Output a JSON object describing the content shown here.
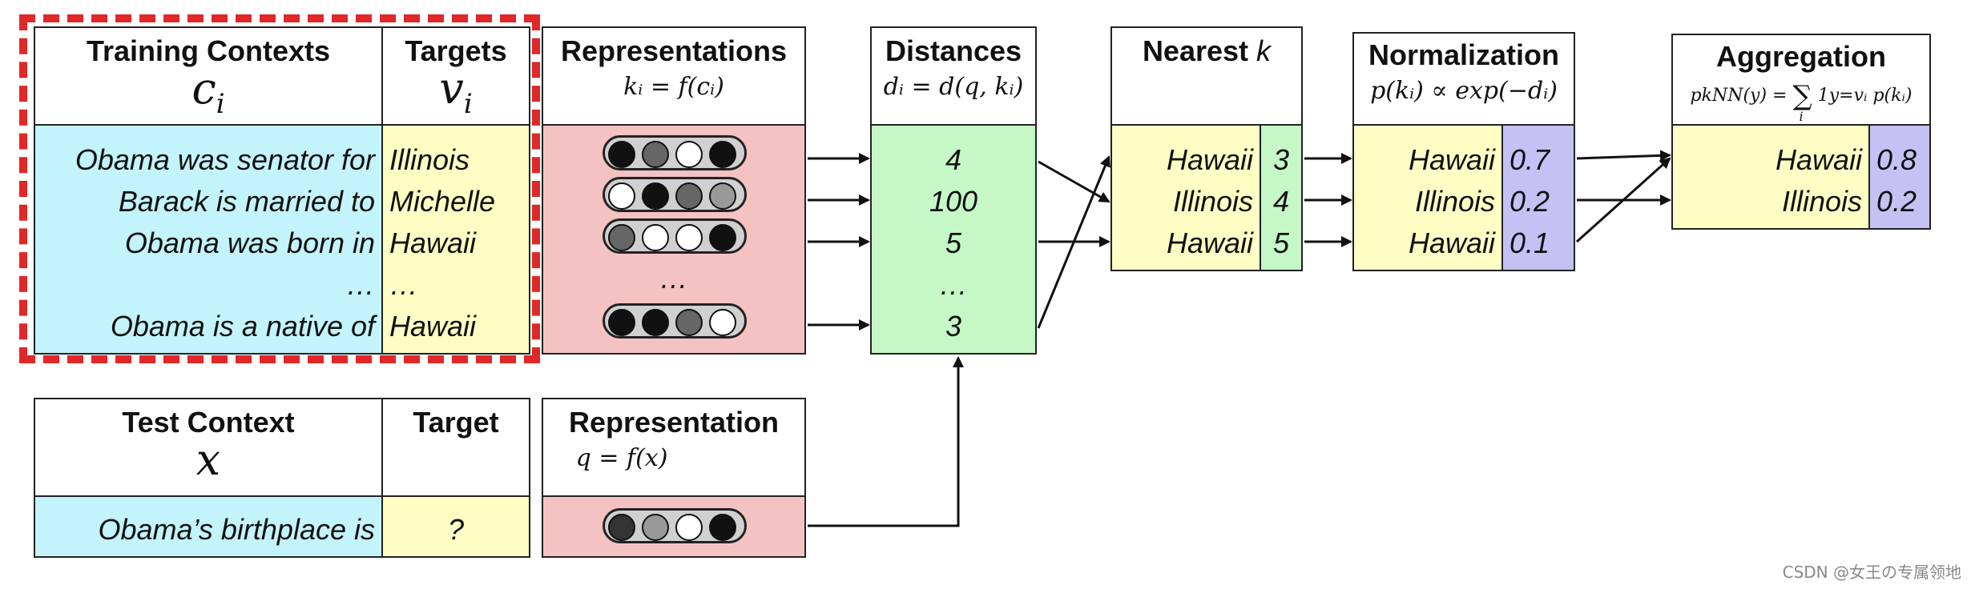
{
  "training": {
    "contexts_title": "Training Contexts",
    "contexts_symbol": "c",
    "contexts_sub": "i",
    "targets_title": "Targets",
    "targets_symbol": "v",
    "targets_sub": "i",
    "rows": [
      {
        "context": "Obama was senator for",
        "target": "Illinois"
      },
      {
        "context": "Barack is married to",
        "target": "Michelle"
      },
      {
        "context": "Obama was born in",
        "target": "Hawaii"
      },
      {
        "context": "…",
        "target": "…"
      },
      {
        "context": "Obama is a native of",
        "target": "Hawaii"
      }
    ]
  },
  "representations": {
    "title": "Representations",
    "formula": "kᵢ = f(cᵢ)",
    "ellipsis": "…",
    "pills": [
      [
        "#111111",
        "#666666",
        "#ffffff",
        "#111111"
      ],
      [
        "#ffffff",
        "#111111",
        "#666666",
        "#999999"
      ],
      [
        "#666666",
        "#ffffff",
        "#ffffff",
        "#111111"
      ],
      [
        "#111111",
        "#111111",
        "#666666",
        "#ffffff"
      ]
    ]
  },
  "distances": {
    "title": "Distances",
    "formula": "dᵢ = d(q, kᵢ)",
    "values": [
      "4",
      "100",
      "5",
      "…",
      "3"
    ]
  },
  "nearest": {
    "title": "Nearest",
    "title_k": "k",
    "rows": [
      {
        "label": "Hawaii",
        "value": "3"
      },
      {
        "label": "Illinois",
        "value": "4"
      },
      {
        "label": "Hawaii",
        "value": "5"
      }
    ]
  },
  "normalization": {
    "title": "Normalization",
    "formula": "p(kᵢ) ∝ exp(−dᵢ)",
    "rows": [
      {
        "label": "Hawaii",
        "value": "0.7"
      },
      {
        "label": "Illinois",
        "value": "0.2"
      },
      {
        "label": "Hawaii",
        "value": "0.1"
      }
    ]
  },
  "aggregation": {
    "title": "Aggregation",
    "formula_lhs": "pkNN(y) =",
    "formula_sum": "∑",
    "formula_sum_sub": "i",
    "formula_rhs": "1y=vᵢ p(kᵢ)",
    "rows": [
      {
        "label": "Hawaii",
        "value": "0.8"
      },
      {
        "label": "Illinois",
        "value": "0.2"
      }
    ]
  },
  "test": {
    "context_title": "Test Context",
    "context_symbol": "x",
    "target_title": "Target",
    "context_value": "Obama’s birthplace is",
    "target_value": "?",
    "rep_title": "Representation",
    "rep_formula": "q = f(x)",
    "pill": [
      "#333333",
      "#999999",
      "#ffffff",
      "#111111"
    ]
  },
  "watermark": "CSDN @女王の专属领地"
}
